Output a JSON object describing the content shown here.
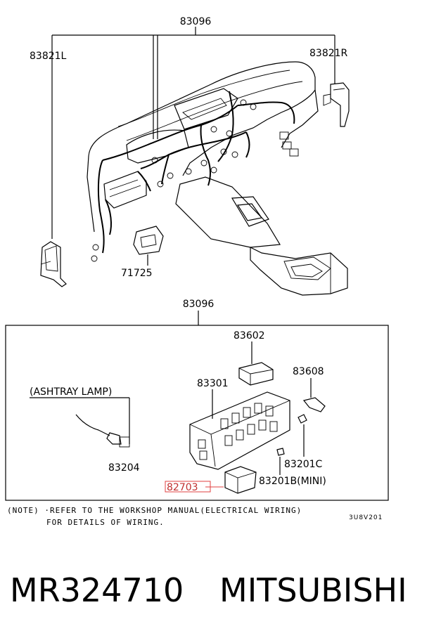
{
  "labels": {
    "top_assembly": "83096",
    "left_bracket": "83821L",
    "right_bracket": "83821R",
    "sensor": "71725",
    "detail_assembly": "83096",
    "relay_box": "83602",
    "fuse_box": "83301",
    "relay": "83608",
    "ashtray_lamp": "(ASHTRAY LAMP)",
    "lamp_part": "83204",
    "fuse_c": "83201C",
    "fuse_b_mini": "83201B(MINI)",
    "highlighted_part": "82703"
  },
  "note": {
    "line1": "(NOTE) ·REFER TO THE WORKSHOP MANUAL(ELECTRICAL WIRING)",
    "line2": "FOR DETAILS OF WIRING.",
    "code": "3U8V201"
  },
  "footer": {
    "part_number": "MR324710",
    "brand": "MITSUBISHI"
  },
  "colors": {
    "highlight": "#e04040",
    "line": "#000000"
  }
}
